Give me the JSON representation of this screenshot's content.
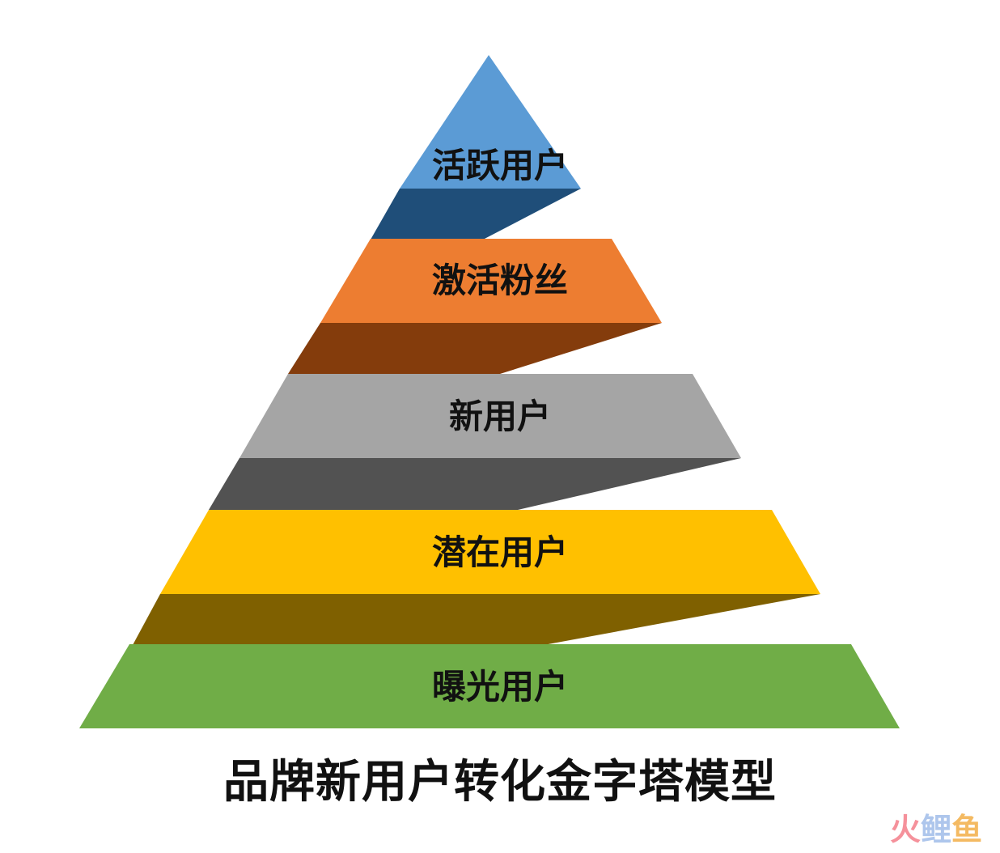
{
  "diagram": {
    "title": "品牌新用户转化金字塔模型",
    "tiers": [
      {
        "label": "活跃用户",
        "color": "#5b9bd5",
        "shadow": "#1f4e79"
      },
      {
        "label": "激活粉丝",
        "color": "#ed7d31",
        "shadow": "#843c0c"
      },
      {
        "label": "新用户",
        "color": "#a5a5a5",
        "shadow": "#525252"
      },
      {
        "label": "潜在用户",
        "color": "#ffc000",
        "shadow": "#7f6000"
      },
      {
        "label": "曝光用户",
        "color": "#70ad47",
        "shadow": "#375623"
      }
    ]
  },
  "watermark": {
    "text_1": "火",
    "text_2": "鲤",
    "text_3": "鱼"
  }
}
